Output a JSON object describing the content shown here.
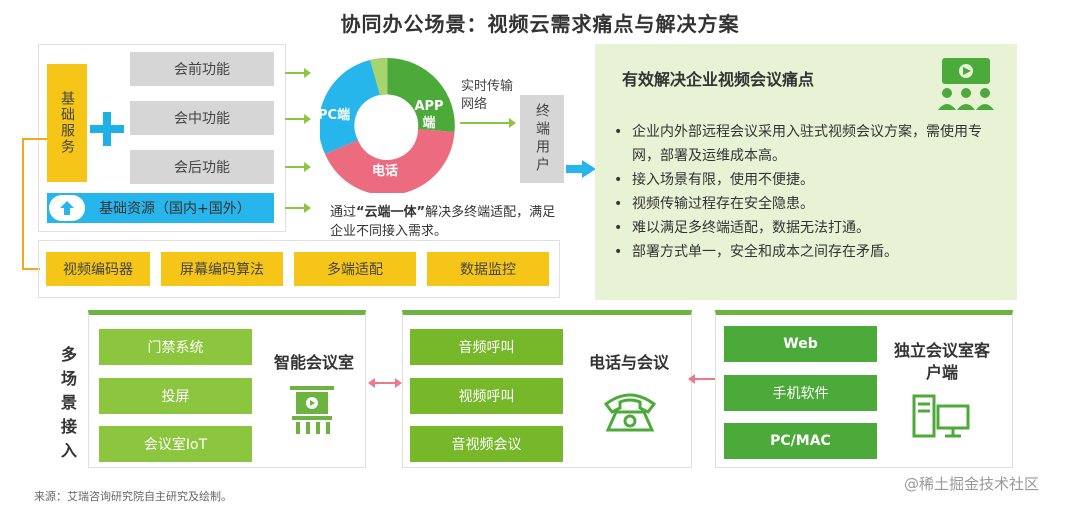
{
  "title": "协同办公场景：视频云需求痛点与解决方案",
  "base_service": "基础服务",
  "functions": [
    "会前功能",
    "会中功能",
    "会后功能"
  ],
  "base_resource": "基础资源（国内+国外）",
  "donut": {
    "pc": "PC端",
    "app": "APP端",
    "phone": "电话"
  },
  "realtime": "实时传输网络",
  "end_user": "终端用户",
  "cloud_note": {
    "pre": "通过",
    "highlight": "“云端一体”",
    "post": "解决多终端适配，满足企业不同接入需求。"
  },
  "encoders": [
    "视频编码器",
    "屏幕编码算法",
    "多端适配",
    "数据监控"
  ],
  "pain": {
    "title": "有效解决企业视频会议痛点",
    "bullets": [
      "企业内外部远程会议采用入驻式视频会议方案，需使用专网，部署及运维成本高。",
      "接入场景有限，使用不便捷。",
      "视频传输过程存在安全隐患。",
      "难以满足多终端适配，数据无法打通。",
      "部署方式单一，安全和成本之间存在矛盾。"
    ]
  },
  "multi_label": "多场景接入",
  "scenes": [
    {
      "title": "智能会议室",
      "items": [
        "门禁系统",
        "投屏",
        "会议室IoT"
      ]
    },
    {
      "title": "电话与会议",
      "items": [
        "音频呼叫",
        "视频呼叫",
        "音视频会议"
      ]
    },
    {
      "title": "独立会议室客户端",
      "items": [
        "Web",
        "手机软件",
        "PC/MAC"
      ]
    }
  ],
  "source": "来源：艾瑞咨询研究院自主研究及绘制。",
  "watermark": "@稀土掘金技术社区",
  "colors": {
    "yellow": "#f5c518",
    "blue": "#27b6ec",
    "green": "#6cb33f",
    "pink": "#ec6b7f",
    "light_green_bg": "#e8f2d4"
  }
}
